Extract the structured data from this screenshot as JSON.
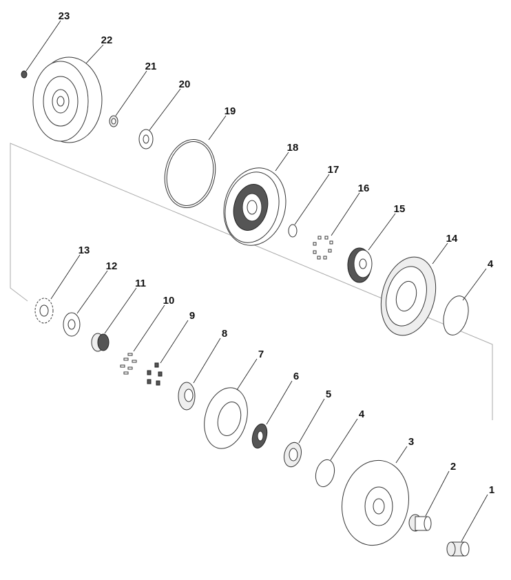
{
  "title": "Torque converter exploded view",
  "callouts": [
    "1",
    "2",
    "3",
    "4",
    "5",
    "6",
    "7",
    "8",
    "9",
    "10",
    "11",
    "12",
    "13",
    "14",
    "15",
    "16",
    "17",
    "18",
    "19",
    "20",
    "21",
    "22",
    "23"
  ],
  "colors": {
    "line": "#333333",
    "group_outline": "#aaaaaa",
    "label": "#111111"
  }
}
